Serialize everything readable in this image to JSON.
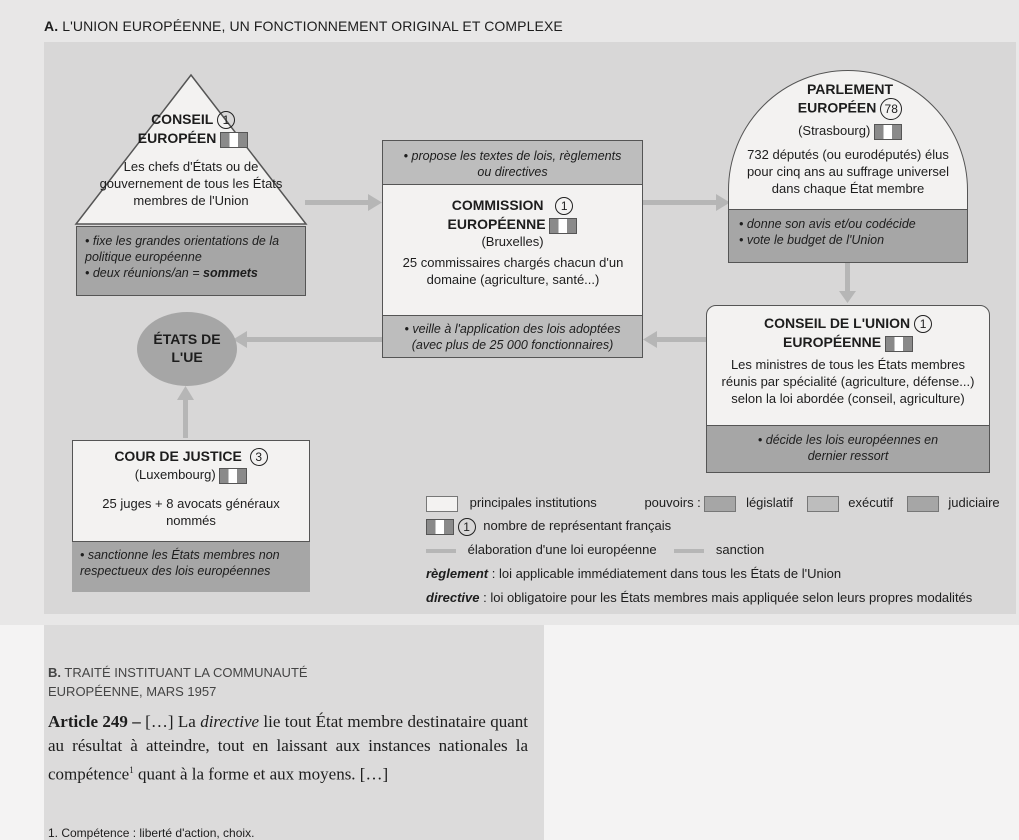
{
  "sectionA": {
    "letter": "A.",
    "title": "L'UNION EUROPÉENNE, UN FONCTIONNEMENT ORIGINAL ET COMPLEXE"
  },
  "conseil_europeen": {
    "title1": "CONSEIL",
    "title2": "EUROPÉEN",
    "count": "1",
    "desc": "Les chefs d'États ou de gouvernement de tous les États membres de l'Union",
    "role1": "• fixe les grandes orientations de la politique européenne",
    "role2": "• deux réunions/an = ",
    "role2b": "sommets"
  },
  "commission": {
    "proposal": "• propose les textes de lois, règlements ou directives",
    "title1": "COMMISSION",
    "title2": "EUROPÉENNE",
    "count": "1",
    "city": "(Bruxelles)",
    "desc": "25 commissaires chargés chacun d'un domaine (agriculture, santé...)",
    "role": "• veille à l'application des lois adoptées (avec plus de 25 000 fonctionnaires)"
  },
  "parlement": {
    "title1": "PARLEMENT",
    "title2": "EUROPÉEN",
    "count": "78",
    "city": "(Strasbourg)",
    "desc": "732 députés (ou eurodéputés) élus pour cinq ans au suffrage universel dans chaque État membre",
    "role1": "• donne son avis et/ou codécide",
    "role2": "• vote le budget de l'Union"
  },
  "conseil_union": {
    "title1": "CONSEIL DE L'UNION",
    "title2": "EUROPÉENNE",
    "count": "1",
    "desc": "Les ministres de tous les États membres réunis par spécialité (agriculture, défense...) selon la loi abordée (conseil, agriculture)",
    "role": "• décide les lois européennes en dernier ressort"
  },
  "etats": {
    "line1": "ÉTATS DE",
    "line2": "L'UE"
  },
  "cour": {
    "title": "COUR DE JUSTICE",
    "count": "3",
    "city": "(Luxembourg)",
    "desc": "25 juges + 8 avocats généraux nommés",
    "role": "• sanctionne les États membres non respectueux des lois européennes"
  },
  "legend": {
    "institutions": "principales institutions",
    "pouvoirs": "pouvoirs :",
    "legislatif": "législatif",
    "executif": "exécutif",
    "judiciaire": "judiciaire",
    "count": "1",
    "representants": "nombre de représentant français",
    "elaboration": "élaboration d'une loi européenne",
    "sanction": "sanction",
    "reglement_term": "règlement",
    "reglement_def": " : loi applicable immédiatement dans tous les États de l'Union",
    "directive_term": "directive",
    "directive_def": " : loi obligatoire pour les États membres mais appliquée selon leurs propres modalités"
  },
  "sectionB": {
    "letter": "B.",
    "title1": "TRAITÉ INSTITUANT LA COMMUNAUTÉ",
    "title2": "EUROPÉENNE, MARS 1957",
    "article": "Article 249 – ",
    "text1": "[…] La ",
    "term": "directive",
    "text2": " lie tout État membre destinataire quant au résultat à atteindre, tout en laissant aux instances nationales la compétence",
    "sup": "1",
    "text3": " quant à la forme et aux moyens. […]",
    "footnote": "1. Compétence : liberté d'action, choix."
  },
  "colors": {
    "light": "#f3f2f1",
    "legislatif": "#a6a6a6",
    "executif": "#bdbdbd",
    "judiciaire": "#a6a6a6",
    "arrow": "#b6b6b6"
  }
}
